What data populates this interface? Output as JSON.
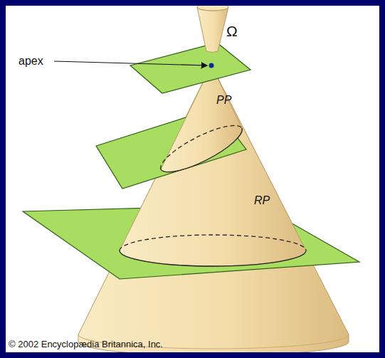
{
  "diagram": {
    "labels": [
      "Ω",
      "apex",
      "PP",
      "RP",
      "© 2002 Encyclopædia Britannica, Inc."
    ]
  }
}
